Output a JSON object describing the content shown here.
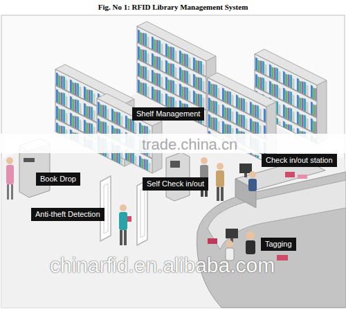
{
  "diagram": {
    "title": "Fig. No 1: RFID Library Management System",
    "nodes": [
      {
        "text": [
          "Shelf Management"
        ]
      },
      {
        "text": [
          "Check in/out station"
        ]
      },
      {
        "text": [
          "Book Drop"
        ]
      },
      {
        "text": [
          "Self Check in/out"
        ]
      },
      {
        "text": [
          "Anti-theft Detection"
        ]
      },
      {
        "text": [
          "Tagging"
        ]
      }
    ],
    "labels": [
      "trade.china.cn",
      "chinarfid.en.alibaba.com"
    ]
  }
}
